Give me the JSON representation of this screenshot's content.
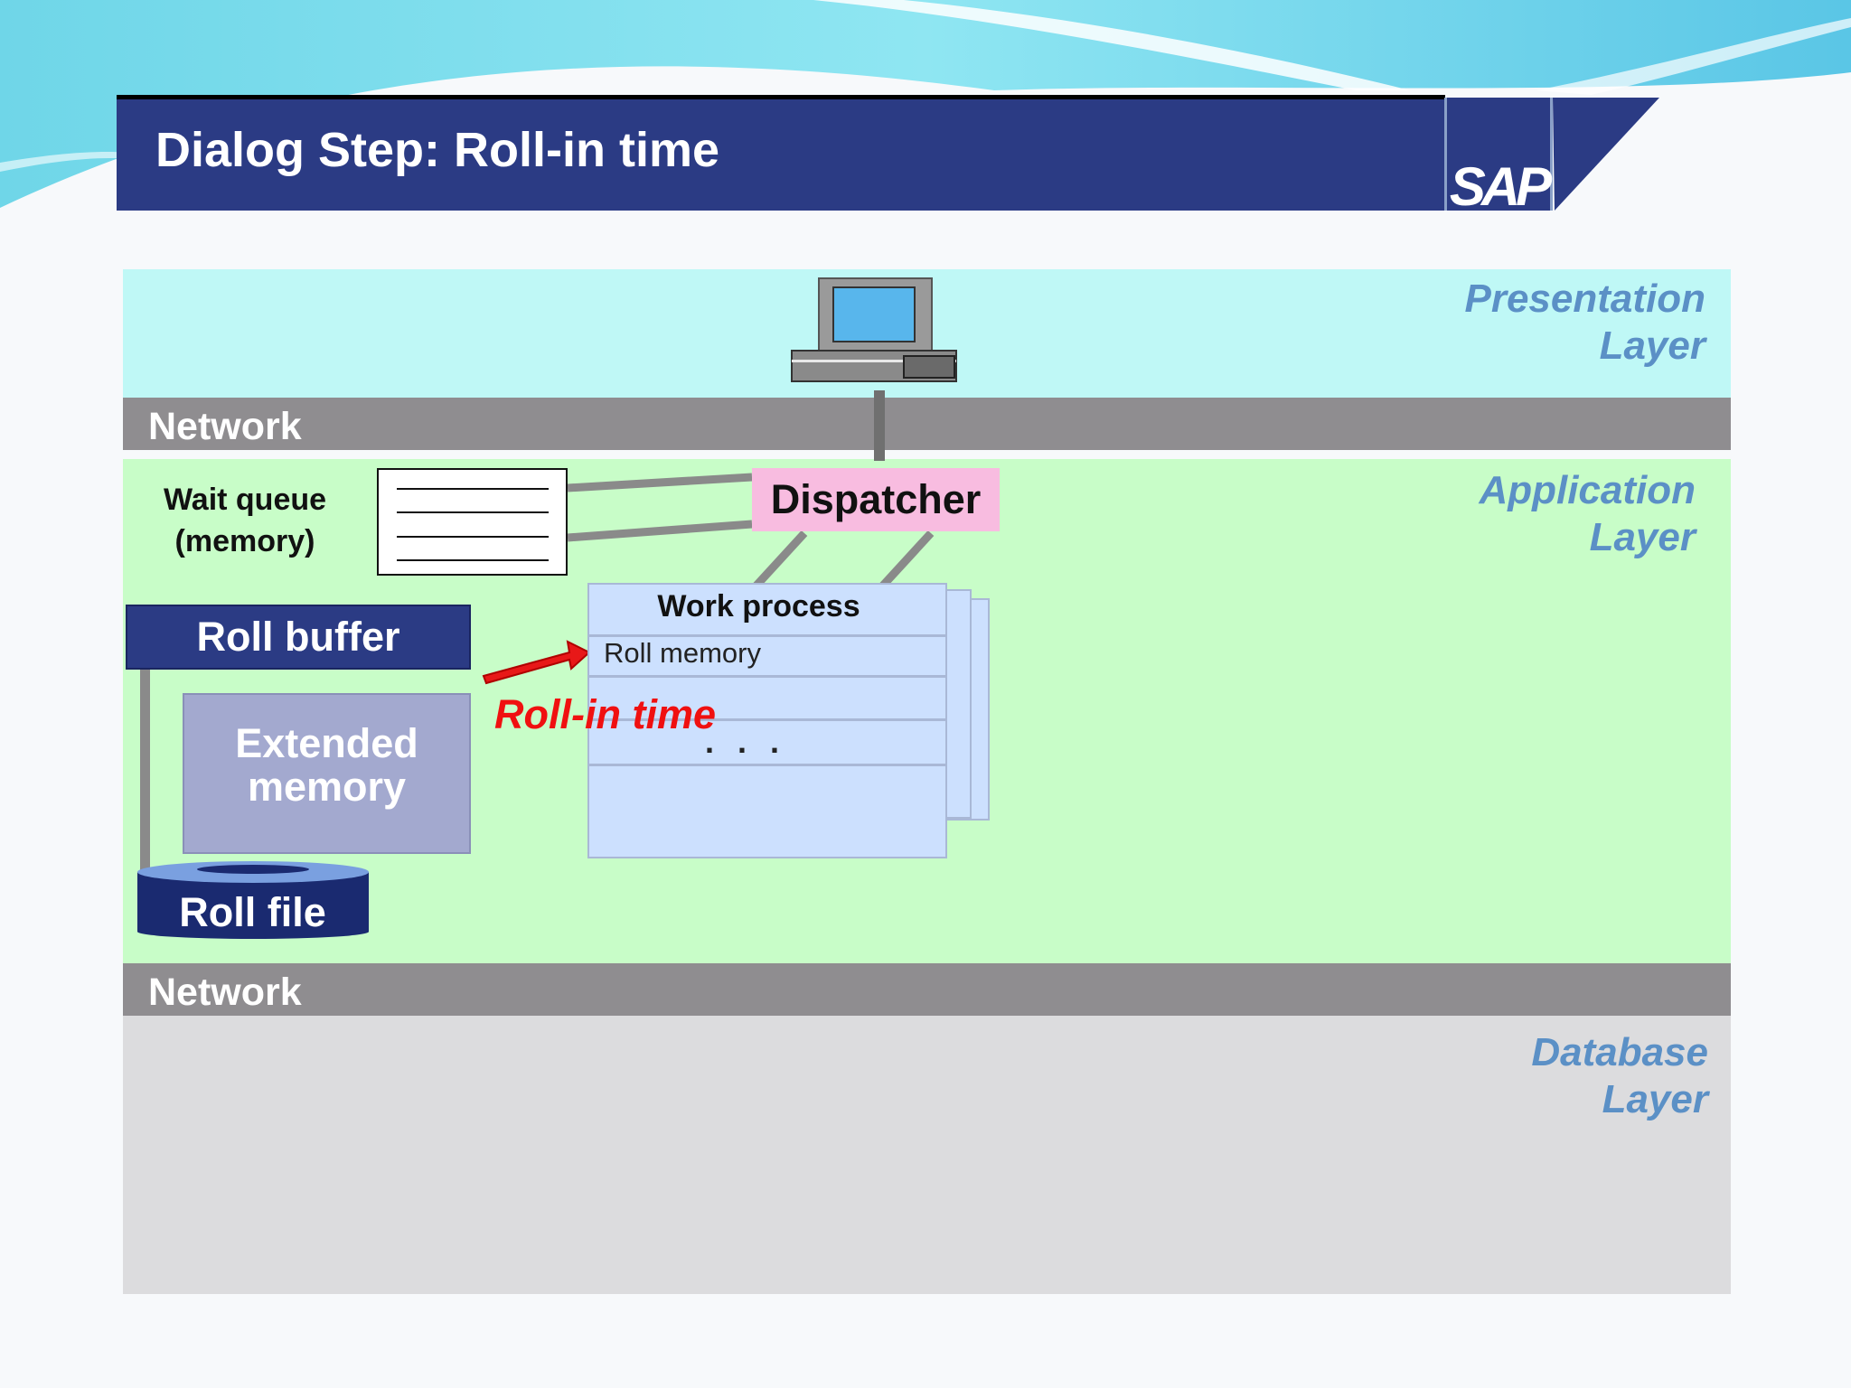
{
  "slide": {
    "title": "Dialog Step: Roll-in time",
    "logo": "SAP"
  },
  "layers": {
    "presentation": [
      "Presentation",
      "Layer"
    ],
    "application": [
      "Application",
      "Layer"
    ],
    "database": [
      "Database",
      "Layer"
    ],
    "network_top": "Network",
    "network_bottom": "Network"
  },
  "components": {
    "wait_queue": [
      "Wait queue",
      "(memory)"
    ],
    "dispatcher": "Dispatcher",
    "roll_buffer": "Roll buffer",
    "extended_memory": [
      "Extended",
      "memory"
    ],
    "roll_file": "Roll file",
    "work_process": {
      "title": "Work process",
      "roll_memory": "Roll memory",
      "ellipsis": ". . ."
    },
    "roll_in_time": "Roll-in time"
  },
  "icons": [
    "computer-terminal-icon",
    "database-cylinder-icon",
    "red-arrow-icon"
  ],
  "colors": {
    "title_bar": "#2b3b84",
    "presentation_layer": "#bff8f6",
    "application_layer": "#c8fdc8",
    "database_layer": "#dcdcde",
    "network": "#8f8d90",
    "dispatcher": "#f8bce0",
    "work_process": "#cce0fe",
    "extended_memory": "#a3a9cf",
    "roll_in_time": "#f01010",
    "layer_label": "#5b90c6"
  }
}
